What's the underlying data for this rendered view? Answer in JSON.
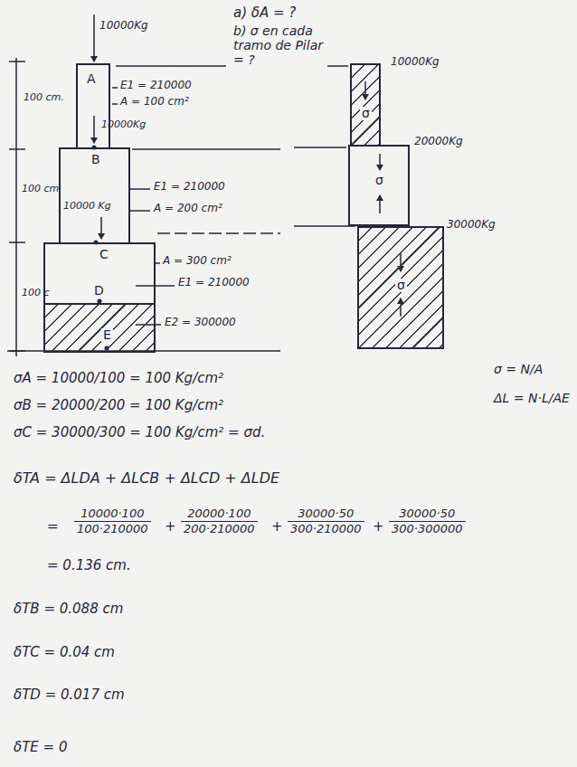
{
  "diagram": {
    "nodes": [
      {
        "text": [
          "A"
        ]
      },
      {
        "text": [
          "B"
        ]
      },
      {
        "text": [
          "C",
          "D"
        ]
      },
      {
        "text": [
          "E"
        ],
        "in": 2
      },
      {
        "text": [
          "σ"
        ]
      },
      {
        "text": [
          "σ"
        ]
      },
      {
        "text": [
          "σ"
        ]
      }
    ],
    "labels": [
      "a) δA = ?",
      "b) σ en cada tramo de Pilar = ?",
      "10000Kg",
      "E1 = 210000",
      "A = 100 cm²",
      "100 cm.",
      "10000Kg",
      "100 cm",
      "E1 = 210000",
      "A = 200 cm²",
      "10000 Kg",
      "A = 300 cm²",
      "E1 = 210000",
      "100 c",
      "E2 = 300000",
      "10000Kg",
      "20000Kg",
      "30000Kg",
      "σ = N/A",
      "ΔL = N·L/AE",
      "σA = 10000/100 = 100 Kg/cm²",
      "σB = 20000/200 = 100 Kg/cm²",
      "σC = 30000/300 = 100 Kg/cm² = σd.",
      "δTA = ΔLDA + ΔLCB + ΔLCD + ΔLDE",
      "=",
      "10000·100",
      "100·210000",
      "+",
      "20000·100",
      "200·210000",
      "+",
      "30000·50",
      "300·210000",
      "+",
      "30000·50",
      "300·300000",
      "= 0.136 cm.",
      "δTB = 0.088 cm",
      "δTC = 0.04 cm",
      "δTD = 0.017 cm",
      "δTE = 0"
    ]
  }
}
